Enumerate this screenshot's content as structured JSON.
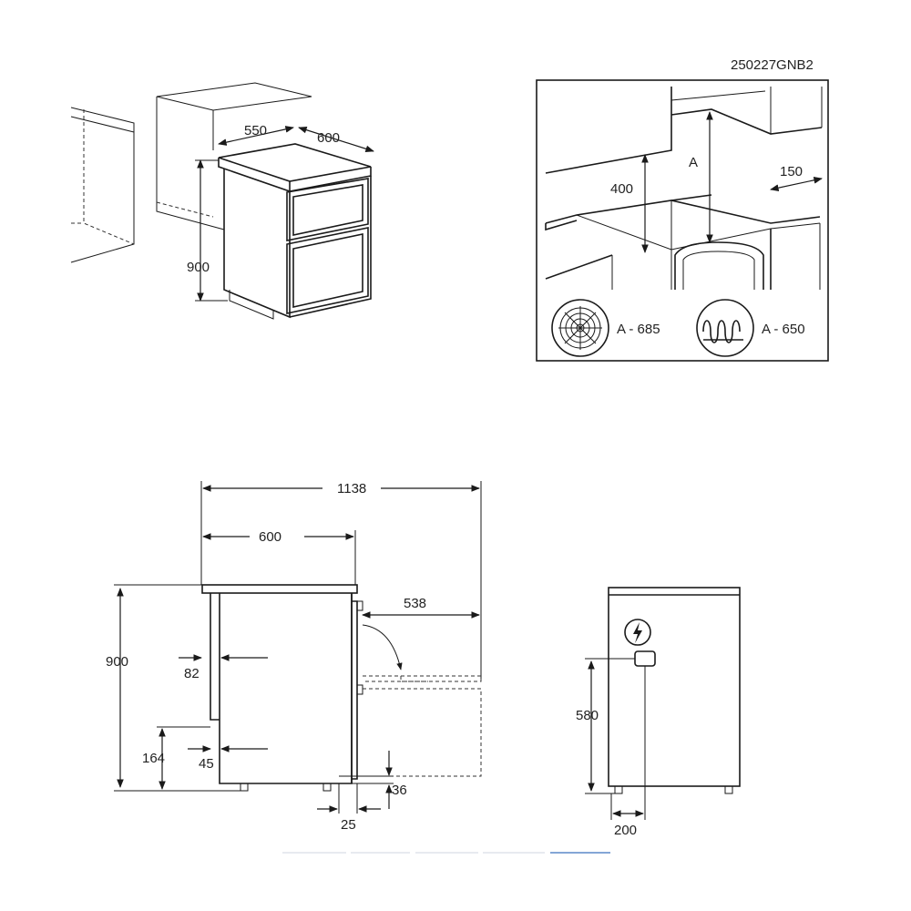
{
  "code": "250227GNB2",
  "cabinet_3d": {
    "depth": "550",
    "width": "600",
    "height": "900"
  },
  "ventilation": {
    "label_a": "A",
    "dim_400": "400",
    "dim_150": "150",
    "fan_label": "A - 685",
    "coil_label": "A - 650",
    "fan_icon": "fan-oven-icon",
    "coil_icon": "heating-coil-icon"
  },
  "side_view": {
    "total_depth": "1138",
    "depth": "600",
    "door_open": "538",
    "height": "900",
    "d82": "82",
    "d164": "164",
    "d45": "45",
    "d36": "36",
    "d25": "25"
  },
  "rear_view": {
    "height": "580",
    "offset": "200",
    "power_icon": "electrical-connection-icon"
  }
}
